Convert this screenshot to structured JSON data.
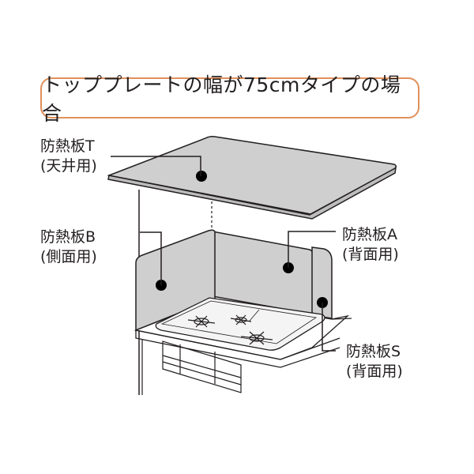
{
  "title": "トッププレートの幅が75cmタイプの場合",
  "colors": {
    "title_border": "#e0905a",
    "panel_fill": "#cfcfcf",
    "outline": "#231f20",
    "marker": "#000000"
  },
  "labels": [
    {
      "id": "T",
      "name": "防熱板T",
      "usage": "(天井用)"
    },
    {
      "id": "B",
      "name": "防熱板B",
      "usage": "(側面用)"
    },
    {
      "id": "A",
      "name": "防熱板A",
      "usage": "(背面用)"
    },
    {
      "id": "S",
      "name": "防熱板S",
      "usage": "(背面用)"
    }
  ]
}
